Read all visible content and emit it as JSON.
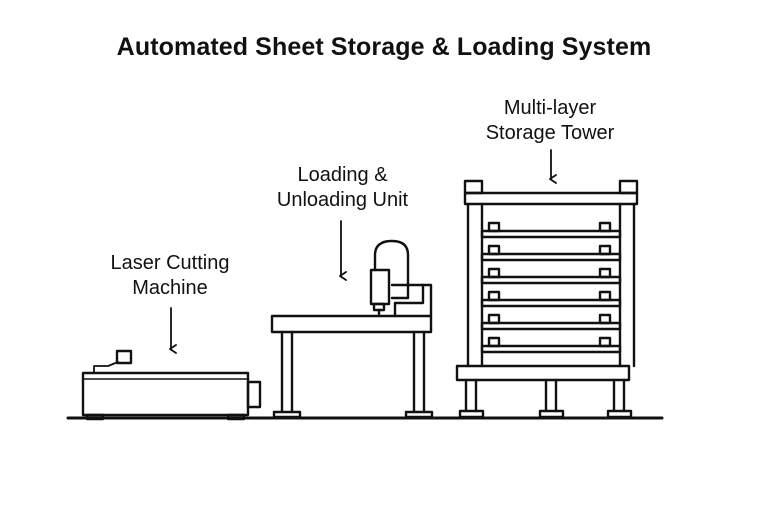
{
  "title": "Automated Sheet Storage & Loading System",
  "labels": {
    "laser": {
      "line1": "Laser Cutting",
      "line2": "Machine"
    },
    "loader": {
      "line1": "Loading &",
      "line2": "Unloading Unit"
    },
    "tower": {
      "line1": "Multi-layer",
      "line2": "Storage Tower"
    }
  },
  "colors": {
    "stroke": "#111111",
    "background": "#ffffff"
  }
}
